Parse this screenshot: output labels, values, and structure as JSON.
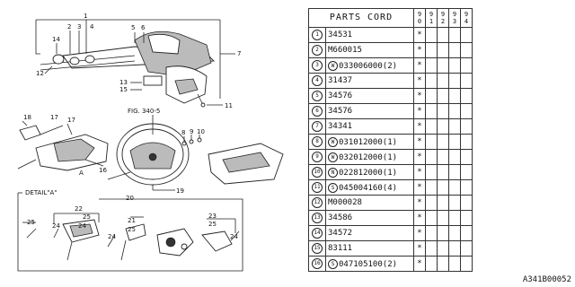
{
  "diagram": {
    "labels": {
      "l1": "1",
      "l2": "2",
      "l3": "3",
      "l4": "4",
      "l5": "5",
      "l6": "6",
      "l7": "7",
      "l10": "10",
      "l11": "11",
      "l12": "12",
      "l13": "13",
      "l14": "14",
      "l15": "15",
      "l16": "16",
      "l17": "17",
      "l18": "18",
      "l19": "19",
      "l20": "20",
      "l21": "21",
      "l22": "22",
      "l23": "23",
      "l24": "24",
      "l25": "25",
      "l8": "8",
      "l9": "9",
      "A": "A"
    },
    "fig_ref": "FIG. 340-5",
    "detail_label": "DETAIL\"A\""
  },
  "table": {
    "title": "PARTS CORD",
    "year_cols": [
      [
        "9",
        "0"
      ],
      [
        "9",
        "1"
      ],
      [
        "9",
        "2"
      ],
      [
        "9",
        "3"
      ],
      [
        "9",
        "4"
      ]
    ],
    "rows": [
      {
        "no": "1",
        "prefix": "",
        "code": "34531",
        "suffix": "",
        "marks": [
          "*",
          "",
          "",
          "",
          ""
        ]
      },
      {
        "no": "2",
        "prefix": "",
        "code": "M660015",
        "suffix": "",
        "marks": [
          "*",
          "",
          "",
          "",
          ""
        ]
      },
      {
        "no": "3",
        "prefix": "W",
        "code": "033006000",
        "suffix": "(2)",
        "marks": [
          "*",
          "",
          "",
          "",
          ""
        ]
      },
      {
        "no": "4",
        "prefix": "",
        "code": "31437",
        "suffix": "",
        "marks": [
          "*",
          "",
          "",
          "",
          ""
        ]
      },
      {
        "no": "5",
        "prefix": "",
        "code": "34576",
        "suffix": "",
        "marks": [
          "*",
          "",
          "",
          "",
          ""
        ]
      },
      {
        "no": "6",
        "prefix": "",
        "code": "34576",
        "suffix": "",
        "marks": [
          "*",
          "",
          "",
          "",
          ""
        ]
      },
      {
        "no": "7",
        "prefix": "",
        "code": "34341",
        "suffix": "",
        "marks": [
          "*",
          "",
          "",
          "",
          ""
        ]
      },
      {
        "no": "8",
        "prefix": "W",
        "code": "031012000",
        "suffix": "(1)",
        "marks": [
          "*",
          "",
          "",
          "",
          ""
        ]
      },
      {
        "no": "9",
        "prefix": "W",
        "code": "032012000",
        "suffix": "(1)",
        "marks": [
          "*",
          "",
          "",
          "",
          ""
        ]
      },
      {
        "no": "10",
        "prefix": "N",
        "code": "022812000",
        "suffix": "(1)",
        "marks": [
          "*",
          "",
          "",
          "",
          ""
        ]
      },
      {
        "no": "11",
        "prefix": "S",
        "code": "045004160",
        "suffix": "(4)",
        "marks": [
          "*",
          "",
          "",
          "",
          ""
        ]
      },
      {
        "no": "12",
        "prefix": "",
        "code": "M000028",
        "suffix": "",
        "marks": [
          "*",
          "",
          "",
          "",
          ""
        ]
      },
      {
        "no": "13",
        "prefix": "",
        "code": "34586",
        "suffix": "",
        "marks": [
          "*",
          "",
          "",
          "",
          ""
        ]
      },
      {
        "no": "14",
        "prefix": "",
        "code": "34572",
        "suffix": "",
        "marks": [
          "*",
          "",
          "",
          "",
          ""
        ]
      },
      {
        "no": "15",
        "prefix": "",
        "code": "83111",
        "suffix": "",
        "marks": [
          "*",
          "",
          "",
          "",
          ""
        ]
      },
      {
        "no": "16",
        "prefix": "S",
        "code": "047105100",
        "suffix": "(2)",
        "marks": [
          "*",
          "",
          "",
          "",
          ""
        ]
      }
    ]
  },
  "footer_code": "A341B00052"
}
